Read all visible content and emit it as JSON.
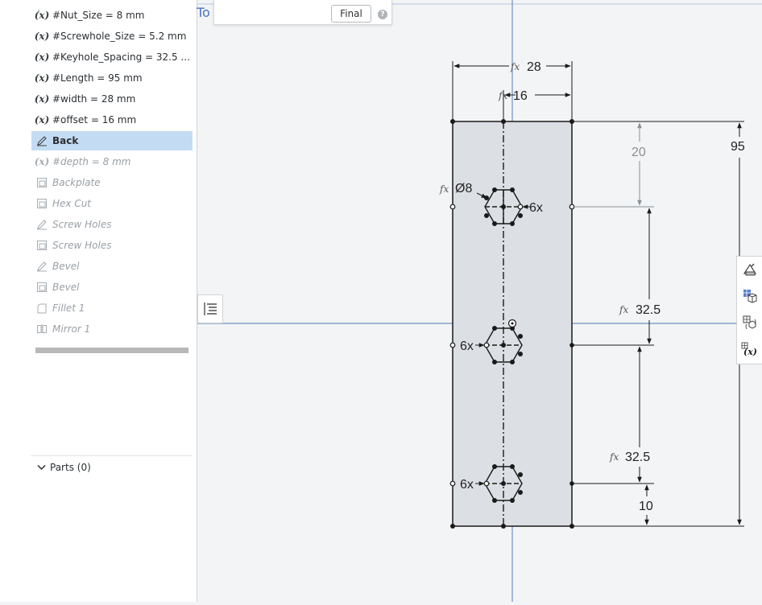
{
  "view": {
    "label": "To"
  },
  "rollback": {
    "final_label": "Final",
    "help_glyph": "?"
  },
  "feature_tree": {
    "items": [
      {
        "label": "#Nut_Size = 8 mm",
        "icon": "variable-icon",
        "state": "normal"
      },
      {
        "label": "#Screwhole_Size = 5.2 mm",
        "icon": "variable-icon",
        "state": "normal"
      },
      {
        "label": "#Keyhole_Spacing = 32.5 ...",
        "icon": "variable-icon",
        "state": "normal"
      },
      {
        "label": "#Length = 95 mm",
        "icon": "variable-icon",
        "state": "normal"
      },
      {
        "label": "#width = 28 mm",
        "icon": "variable-icon",
        "state": "normal"
      },
      {
        "label": "#offset = 16 mm",
        "icon": "variable-icon",
        "state": "normal"
      },
      {
        "label": "Back",
        "icon": "sketch-icon",
        "state": "selected"
      },
      {
        "label": "#depth = 8 mm",
        "icon": "variable-icon",
        "state": "suppressed"
      },
      {
        "label": "Backplate",
        "icon": "extrude-icon",
        "state": "suppressed"
      },
      {
        "label": "Hex Cut",
        "icon": "extrude-icon",
        "state": "suppressed"
      },
      {
        "label": "Screw Holes",
        "icon": "sketch-icon",
        "state": "suppressed"
      },
      {
        "label": "Screw Holes",
        "icon": "extrude-icon",
        "state": "suppressed"
      },
      {
        "label": "Bevel",
        "icon": "sketch-icon",
        "state": "suppressed"
      },
      {
        "label": "Bevel",
        "icon": "extrude-icon",
        "state": "suppressed"
      },
      {
        "label": "Fillet 1",
        "icon": "fillet-icon",
        "state": "suppressed"
      },
      {
        "label": "Mirror 1",
        "icon": "mirror-icon",
        "state": "suppressed"
      }
    ],
    "variable_glyph": "(x)"
  },
  "parts": {
    "label": "Parts (0)"
  },
  "sketch": {
    "dimensions": {
      "width": "28",
      "offset": "16",
      "length": "95",
      "top_gap": "20",
      "spacing_upper": "32.5",
      "spacing_lower": "32.5",
      "bottom_gap": "10",
      "nut_diameter": "Ø8",
      "hex_label_top": "6x",
      "hex_label_mid": "6x",
      "hex_label_bot": "6x"
    },
    "fx_glyph": "fx"
  },
  "right_toolbar": {
    "icons": [
      "appearance-icon",
      "render-icon",
      "configurations-icon",
      "variable-table-icon"
    ],
    "variable_glyph": "(x)"
  },
  "colors": {
    "accent": "#4a72c4",
    "selection": "#c4dcf3",
    "sketch_line": "#1a1a1a",
    "plate_fill": "#dcdfe4",
    "plane_line": "#6f8fc6"
  }
}
